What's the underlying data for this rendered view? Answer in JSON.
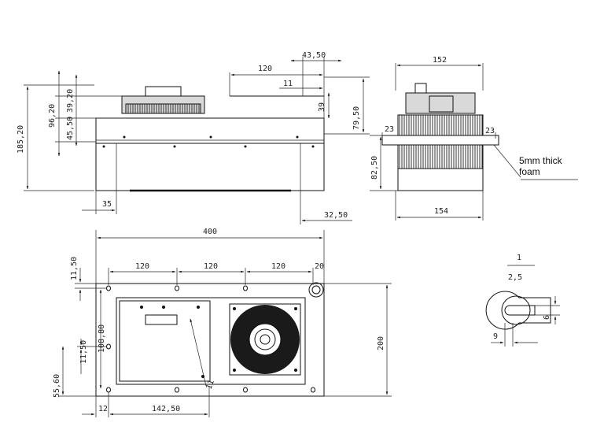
{
  "dimensions": {
    "side_heights": [
      "96,20",
      "39,20",
      "45,50",
      "185,20"
    ],
    "side_top": [
      "120",
      "43,50",
      "11",
      "39"
    ],
    "side_bottom": [
      "35",
      "32,50"
    ],
    "end_view": [
      "152",
      "79,50",
      "82,50",
      "23",
      "23",
      "154"
    ],
    "plan_top": [
      "400",
      "120",
      "120",
      "120",
      "20"
    ],
    "plan_left": [
      "11,50",
      "108,80",
      "11,50",
      "55,60"
    ],
    "plan_bottom": [
      "12",
      "142,50"
    ],
    "plan_right": [
      "200"
    ],
    "detail": [
      "1",
      "2,5",
      "6",
      "9"
    ],
    "misc": [
      "11"
    ]
  },
  "notes": {
    "foam_line1": "5mm thick",
    "foam_line2": "foam"
  }
}
